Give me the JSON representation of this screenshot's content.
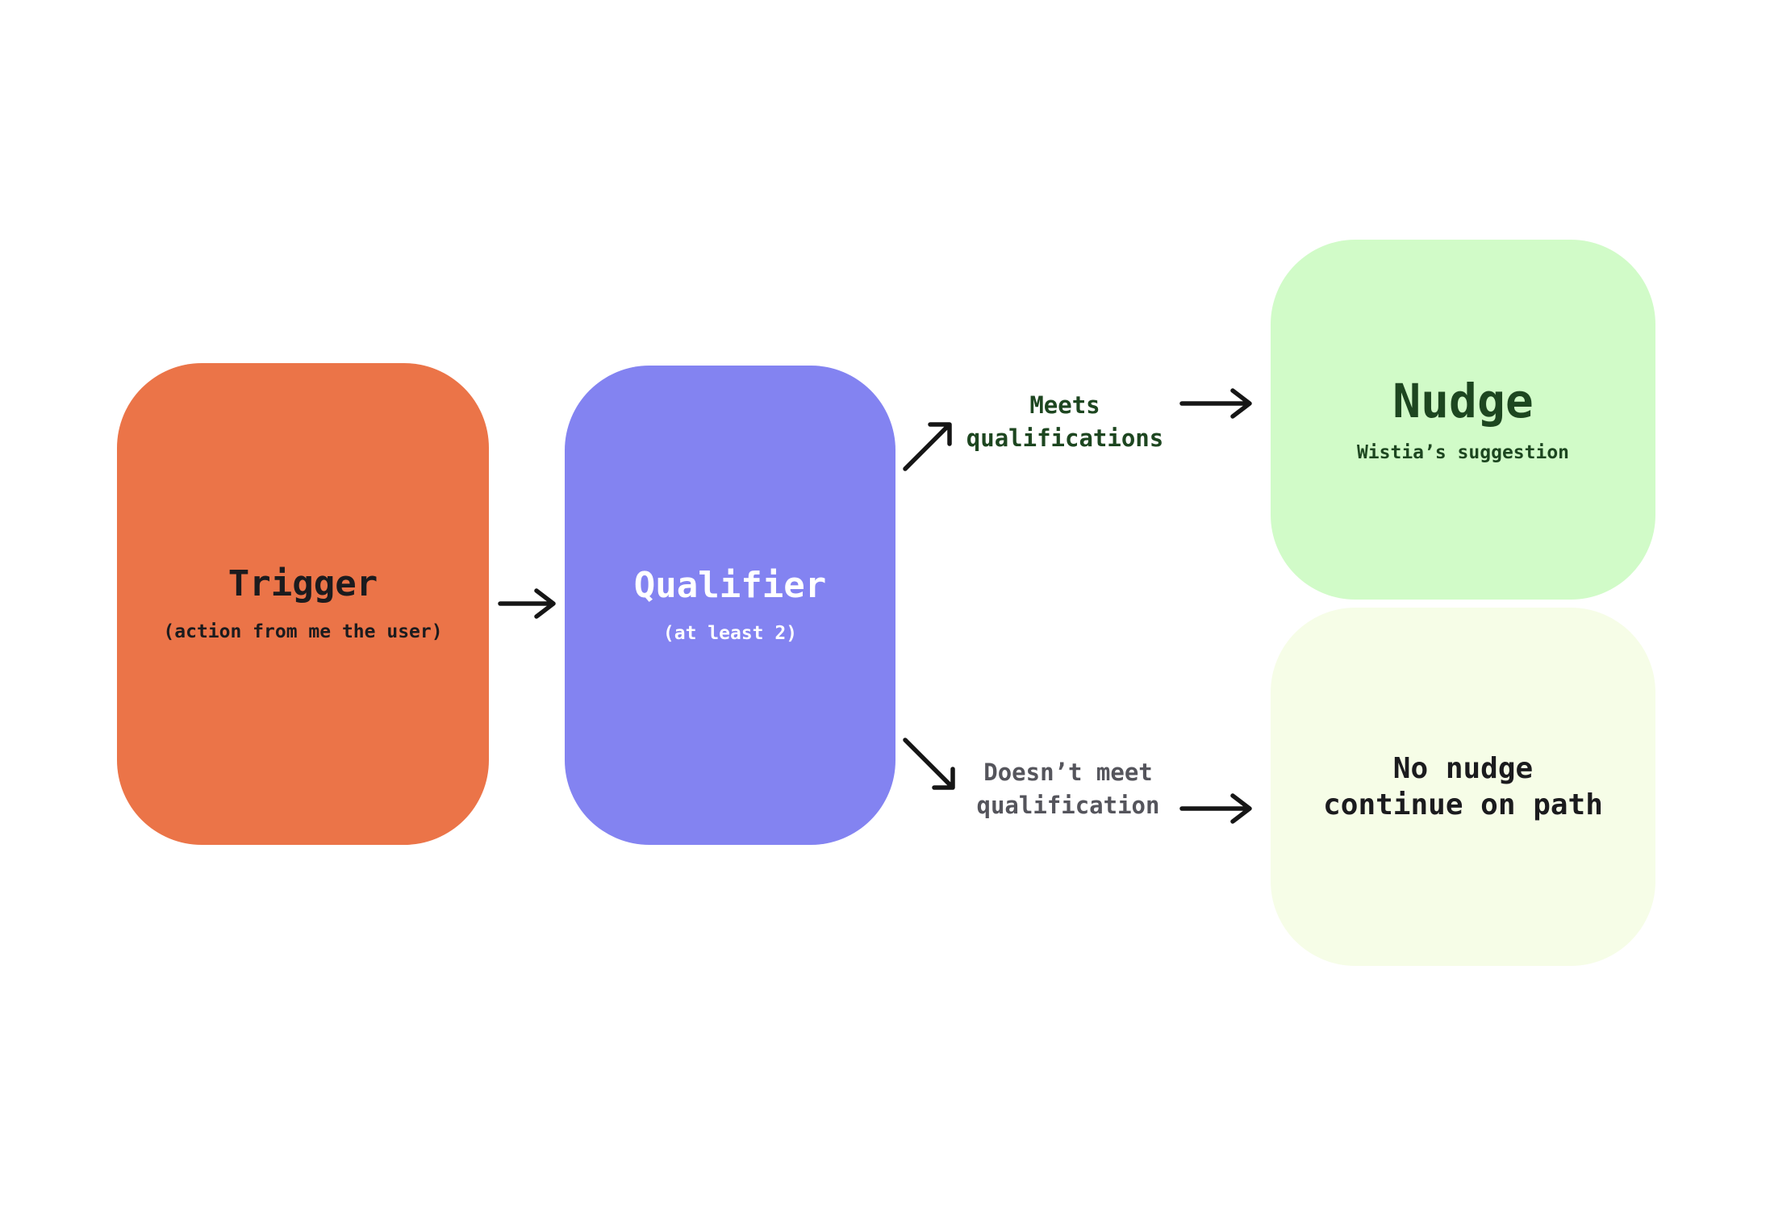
{
  "canvas": {
    "background_color": "#FFFFFF",
    "arrow_color": "#161616"
  },
  "nodes": {
    "trigger": {
      "title": "Trigger",
      "subtitle": "(action from me the user)",
      "bg_color": "#EB7448",
      "text_color": "#1B1B1E"
    },
    "qualifier": {
      "title": "Qualifier",
      "subtitle": "(at least 2)",
      "bg_color": "#8383F1",
      "text_color": "#FFFFFF"
    },
    "nudge": {
      "title": "Nudge",
      "subtitle": "Wistia’s suggestion",
      "bg_color": "#D1FBC8",
      "text_color": "#1D4620"
    },
    "no_nudge": {
      "line1": "No nudge",
      "line2": "continue on path",
      "bg_color": "#F6FDE7",
      "text_color": "#1B1B1E"
    }
  },
  "edge_labels": {
    "meets": {
      "line1": "Meets",
      "line2": "qualifications",
      "color": "#1D4620"
    },
    "doesnt_meet": {
      "line1": "Doesn’t meet",
      "line2": "qualification",
      "color": "#55555C"
    }
  }
}
